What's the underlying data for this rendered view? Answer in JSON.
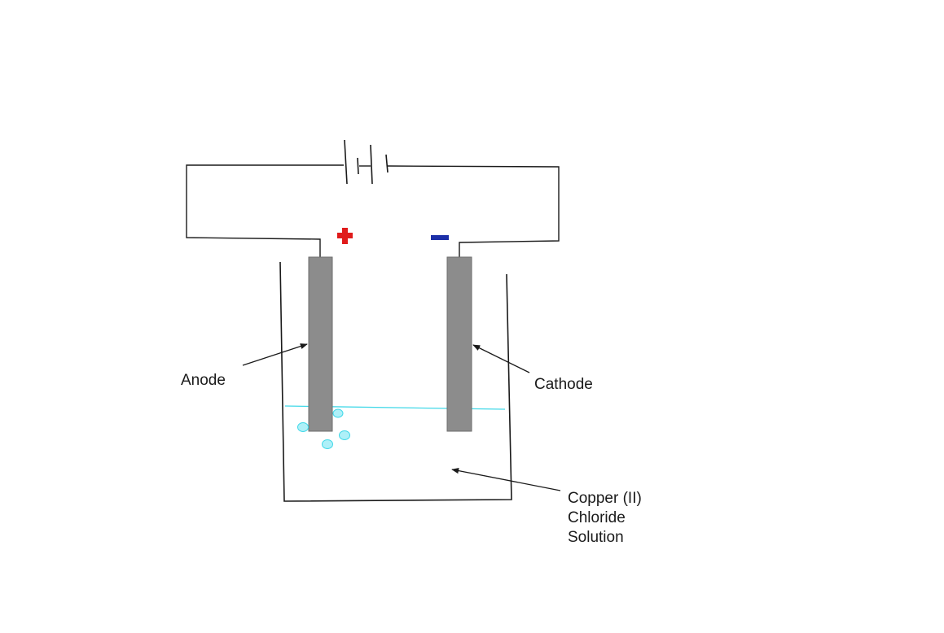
{
  "labels": {
    "anode": "Anode",
    "cathode": "Cathode",
    "solution_line1": "Copper (II)",
    "solution_line2": "Chloride",
    "solution_line3": "Solution"
  },
  "icons": {
    "anode_sign": "plus-sign-icon",
    "cathode_sign": "minus-sign-icon",
    "battery": "battery-icon"
  },
  "colors": {
    "positive": "#e01b1b",
    "negative": "#1c2fa8",
    "electrode": "#8c8c8c",
    "solution": "#40d8e8",
    "bubble": "#aef0f8"
  }
}
